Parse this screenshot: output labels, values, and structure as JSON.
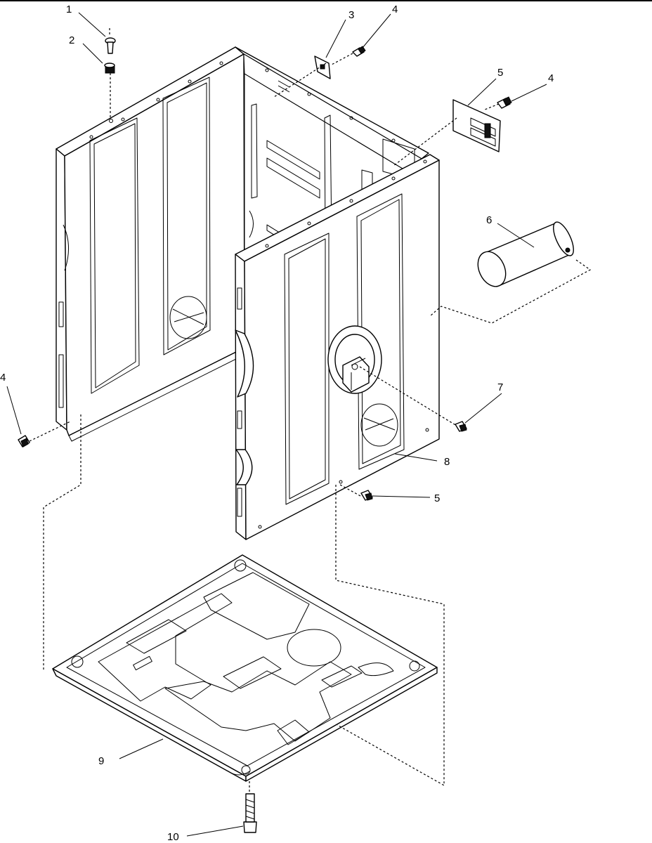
{
  "callouts": {
    "c1": "1",
    "c2": "2",
    "c3": "3",
    "c4_top": "4",
    "c4_right": "4",
    "c4_left": "4",
    "c5_top": "5",
    "c5_bottom": "5",
    "c6": "6",
    "c7": "7",
    "c8": "8",
    "c9": "9",
    "c10": "10"
  }
}
